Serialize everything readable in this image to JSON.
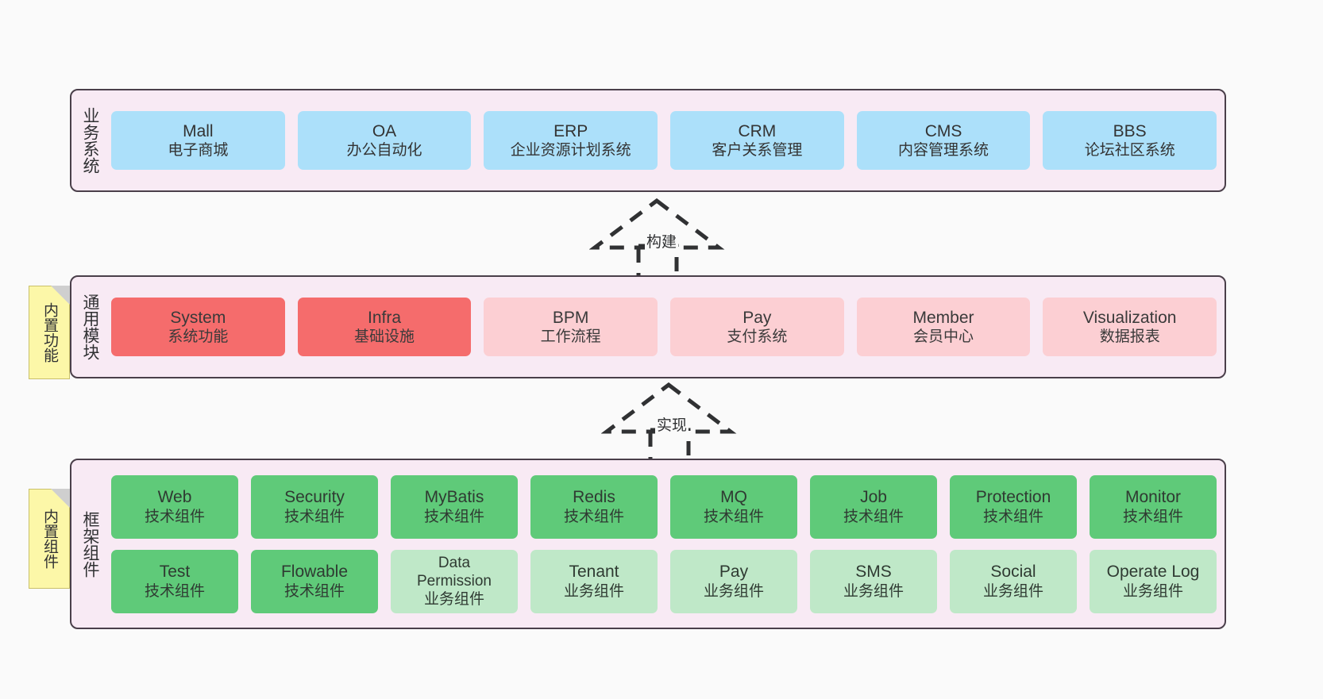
{
  "diagram": {
    "background_color": "#fafafa",
    "layer_fill": "#f8eaf4",
    "layer_border": "#4a3f4a"
  },
  "layers": [
    {
      "id": "business",
      "title": "业务系统",
      "rows": [
        {
          "cards": [
            {
              "name": "Mall",
              "sub": "电子商城",
              "color": "#ace0fa",
              "variant": "c-blue"
            },
            {
              "name": "OA",
              "sub": "办公自动化",
              "color": "#ace0fa",
              "variant": "c-blue"
            },
            {
              "name": "ERP",
              "sub": "企业资源计划系统",
              "color": "#ace0fa",
              "variant": "c-blue"
            },
            {
              "name": "CRM",
              "sub": "客户关系管理",
              "color": "#ace0fa",
              "variant": "c-blue"
            },
            {
              "name": "CMS",
              "sub": "内容管理系统",
              "color": "#ace0fa",
              "variant": "c-blue"
            },
            {
              "name": "BBS",
              "sub": "论坛社区系统",
              "color": "#ace0fa",
              "variant": "c-blue"
            }
          ]
        }
      ]
    },
    {
      "id": "common",
      "title": "通用模块",
      "note": "内置功能",
      "rows": [
        {
          "cards": [
            {
              "name": "System",
              "sub": "系统功能",
              "color": "#f56c6c",
              "variant": "c-red"
            },
            {
              "name": "Infra",
              "sub": "基础设施",
              "color": "#f56c6c",
              "variant": "c-red"
            },
            {
              "name": "BPM",
              "sub": "工作流程",
              "color": "#fccfd3",
              "variant": "c-pink"
            },
            {
              "name": "Pay",
              "sub": "支付系统",
              "color": "#fccfd3",
              "variant": "c-pink"
            },
            {
              "name": "Member",
              "sub": "会员中心",
              "color": "#fccfd3",
              "variant": "c-pink"
            },
            {
              "name": "Visualization",
              "sub": "数据报表",
              "color": "#fccfd3",
              "variant": "c-pink"
            }
          ]
        }
      ]
    },
    {
      "id": "framework",
      "title": "框架组件",
      "note": "内置组件",
      "rows": [
        {
          "cards": [
            {
              "name": "Web",
              "sub": "技术组件",
              "color": "#5fca79",
              "variant": "c-green"
            },
            {
              "name": "Security",
              "sub": "技术组件",
              "color": "#5fca79",
              "variant": "c-green"
            },
            {
              "name": "MyBatis",
              "sub": "技术组件",
              "color": "#5fca79",
              "variant": "c-green"
            },
            {
              "name": "Redis",
              "sub": "技术组件",
              "color": "#5fca79",
              "variant": "c-green"
            },
            {
              "name": "MQ",
              "sub": "技术组件",
              "color": "#5fca79",
              "variant": "c-green"
            },
            {
              "name": "Job",
              "sub": "技术组件",
              "color": "#5fca79",
              "variant": "c-green"
            },
            {
              "name": "Protection",
              "sub": "技术组件",
              "color": "#5fca79",
              "variant": "c-green"
            },
            {
              "name": "Monitor",
              "sub": "技术组件",
              "color": "#5fca79",
              "variant": "c-green"
            }
          ]
        },
        {
          "cards": [
            {
              "name": "Test",
              "sub": "技术组件",
              "color": "#5fca79",
              "variant": "c-green"
            },
            {
              "name": "Flowable",
              "sub": "技术组件",
              "color": "#5fca79",
              "variant": "c-green"
            },
            {
              "name": "Data",
              "name2": "Permission",
              "sub": "业务组件",
              "color": "#bfe8c8",
              "variant": "c-lightgreen"
            },
            {
              "name": "Tenant",
              "sub": "业务组件",
              "color": "#bfe8c8",
              "variant": "c-lightgreen"
            },
            {
              "name": "Pay",
              "sub": "业务组件",
              "color": "#bfe8c8",
              "variant": "c-lightgreen"
            },
            {
              "name": "SMS",
              "sub": "业务组件",
              "color": "#bfe8c8",
              "variant": "c-lightgreen"
            },
            {
              "name": "Social",
              "sub": "业务组件",
              "color": "#bfe8c8",
              "variant": "c-lightgreen"
            },
            {
              "name": "Operate Log",
              "sub": "业务组件",
              "color": "#bfe8c8",
              "variant": "c-lightgreen"
            }
          ]
        }
      ]
    }
  ],
  "connectors": [
    {
      "id": "build",
      "label": "构建",
      "style": "dashed-generalization",
      "from": "common",
      "to": "business"
    },
    {
      "id": "impl",
      "label": "实现",
      "style": "dashed-generalization",
      "from": "framework",
      "to": "common"
    }
  ],
  "notes": [
    {
      "id": "functions",
      "text": "内置功能",
      "color": "#fcf7a8"
    },
    {
      "id": "components",
      "text": "内置组件",
      "color": "#fcf7a8"
    }
  ]
}
